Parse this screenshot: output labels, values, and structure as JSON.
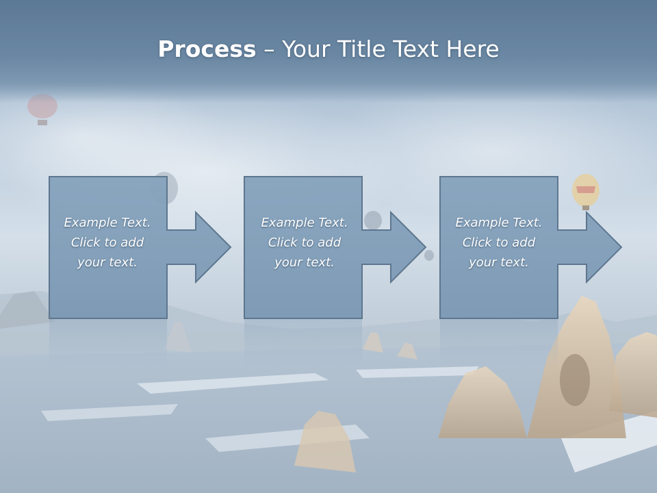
{
  "slide": {
    "title_bold": "Process",
    "title_rest": " – Your Title Text Here"
  },
  "steps": [
    {
      "lines": [
        "Example Text.",
        "Click  to add",
        "your text."
      ]
    },
    {
      "lines": [
        "Example Text.",
        "Click  to add",
        "your text."
      ]
    },
    {
      "lines": [
        "Example Text.",
        "Click  to add",
        "your text."
      ]
    }
  ],
  "colors": {
    "box_fill": "#7f9db8",
    "box_stroke": "#5d768e",
    "title_band": "#5b7895"
  }
}
